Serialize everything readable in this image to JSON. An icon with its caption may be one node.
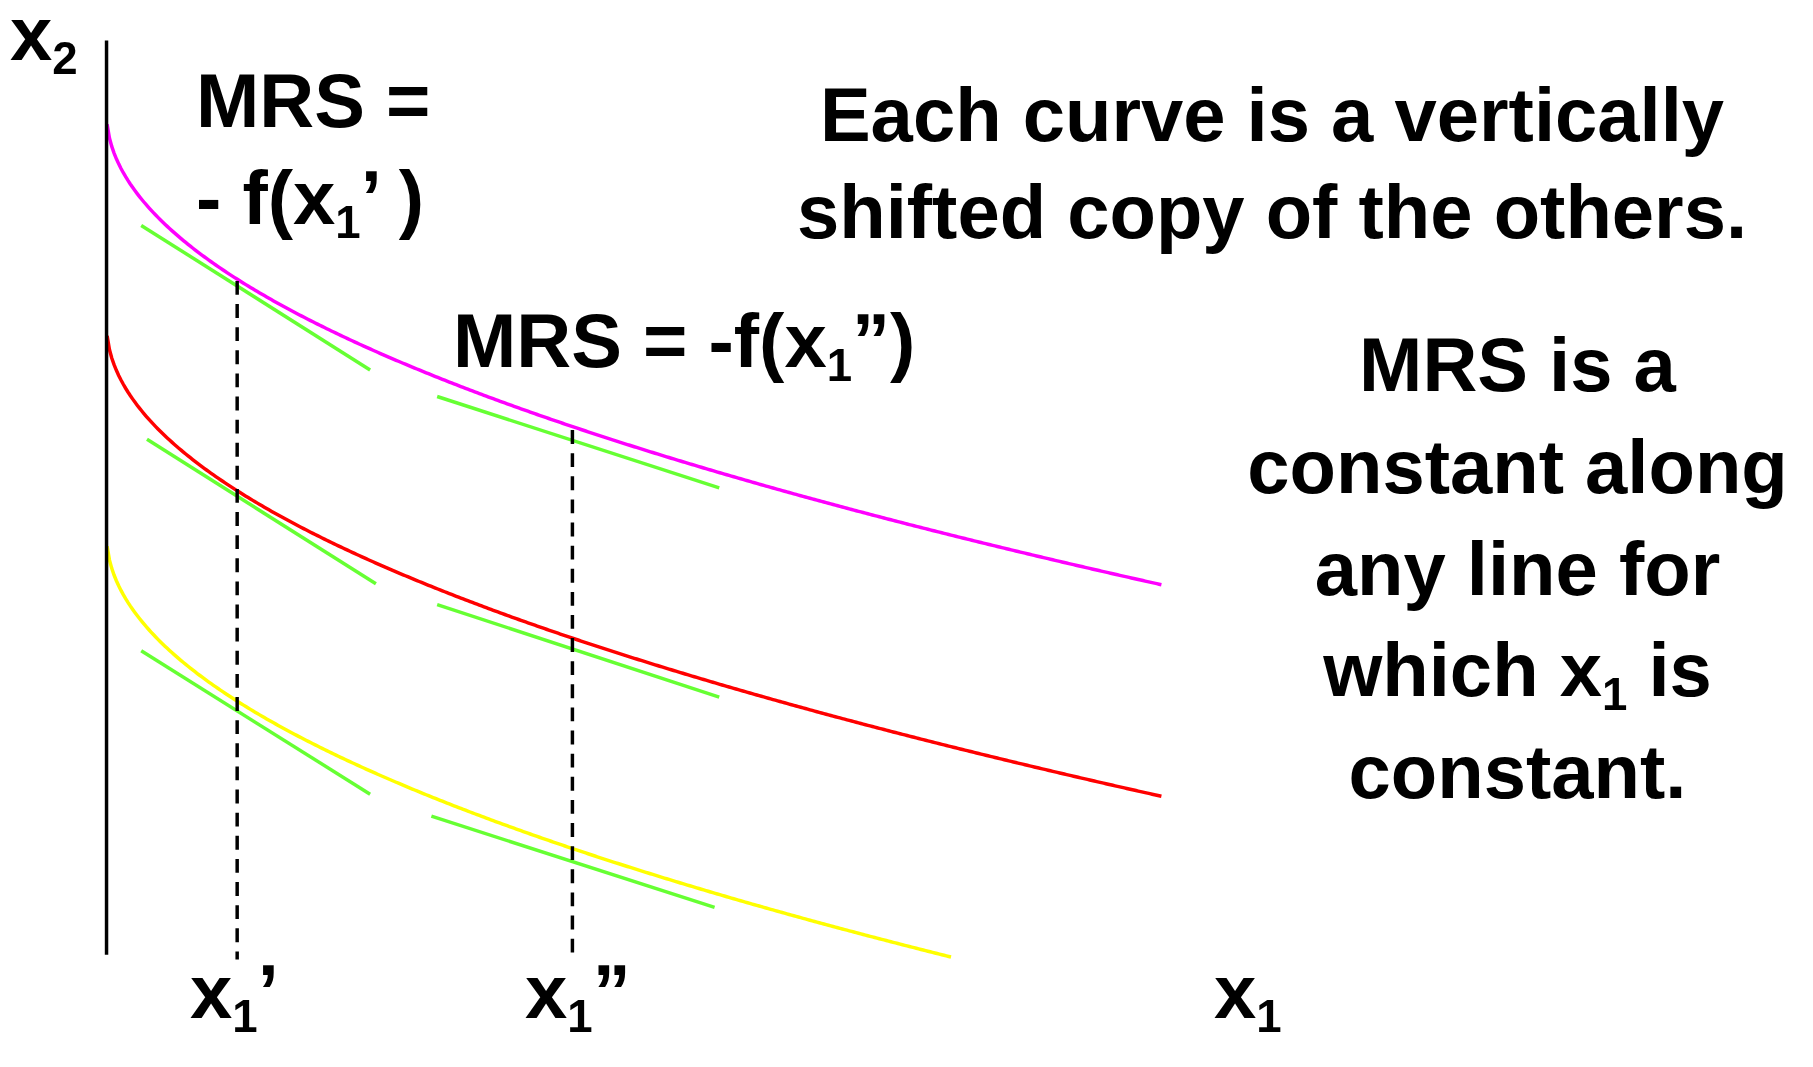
{
  "diagram": {
    "labels": [
      "x$_{2}$",
      "MRS = - f(x$_{1}$’ )",
      "Each curve is a vertically shifted copy of the others.",
      "MRS = -f(x$_{1}$”)",
      "MRS is a constant along any line for which x$_{1}$ is constant.",
      "x$_{1}$’",
      "x$_{1}$”",
      "x$_{1}$"
    ]
  }
}
